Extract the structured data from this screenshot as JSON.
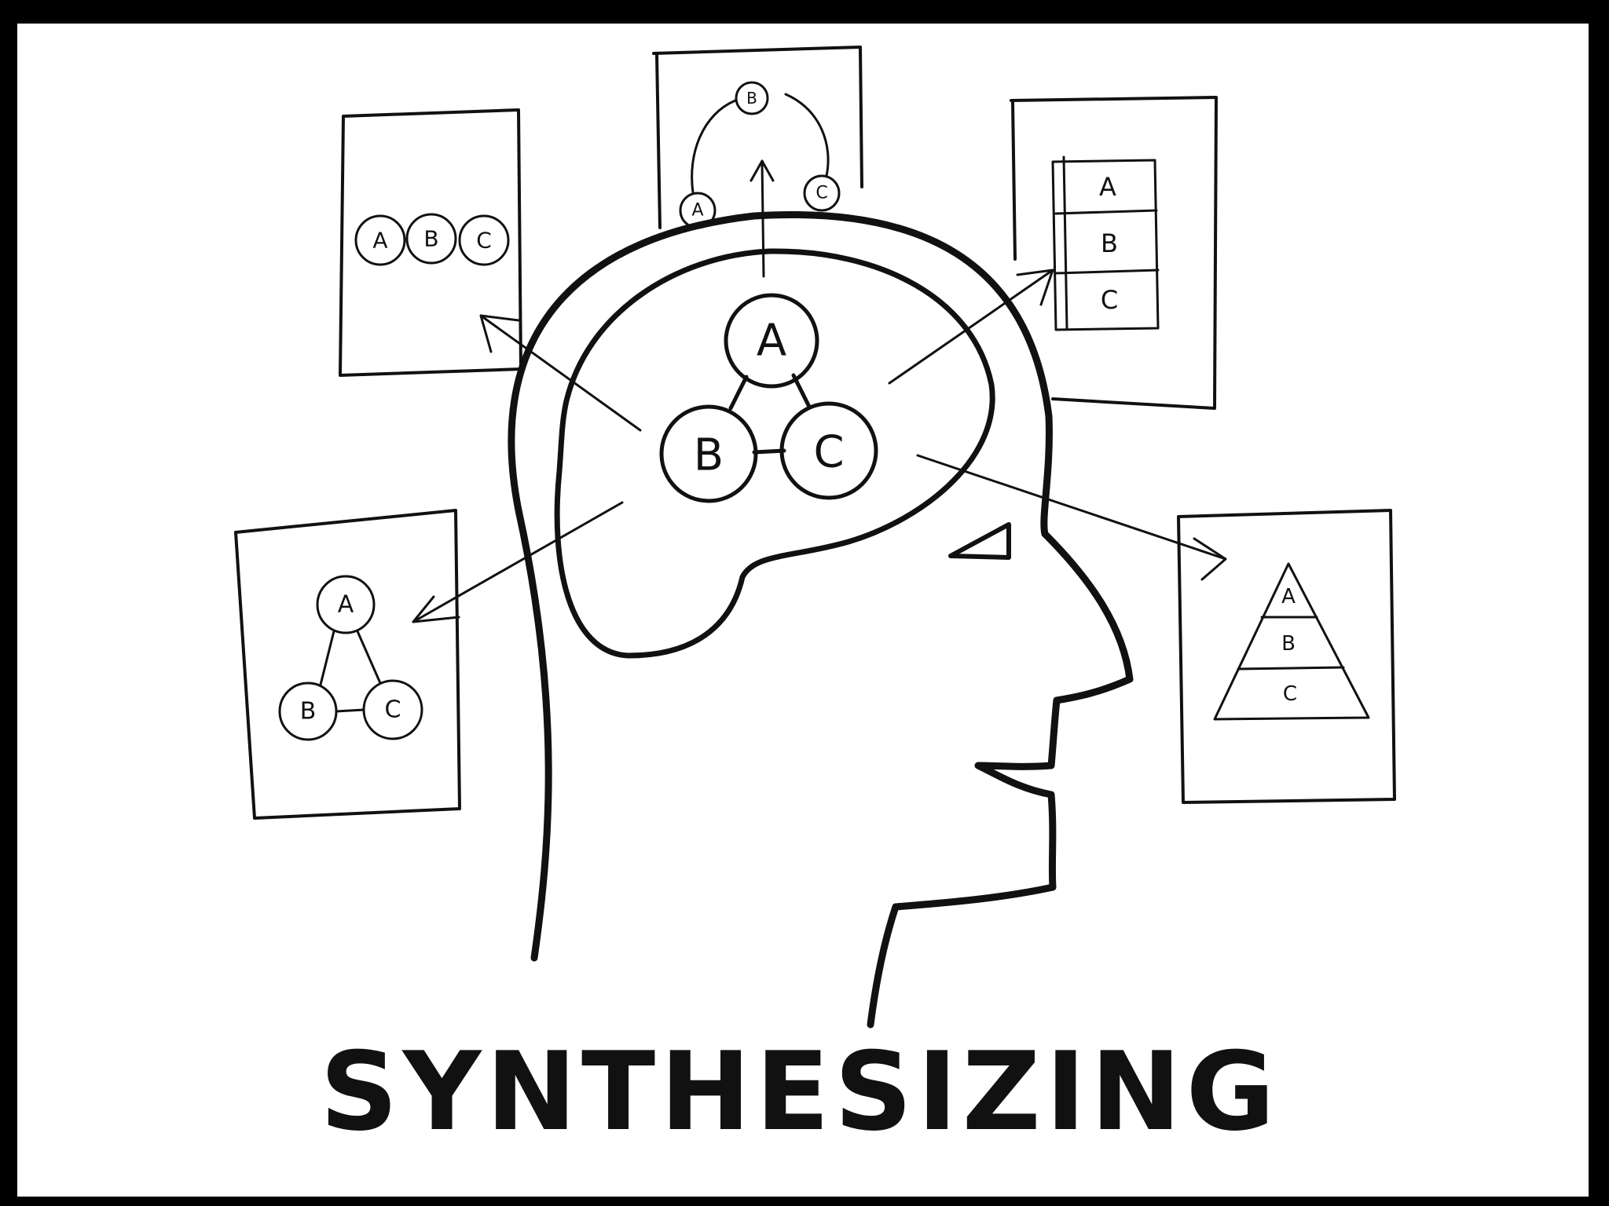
{
  "title": "SYNTHESIZING",
  "colors": {
    "frame": "#000000",
    "paper": "#ffffff",
    "ink": "#111111"
  },
  "brain": {
    "nodes": [
      "A",
      "B",
      "C"
    ]
  },
  "cards": [
    {
      "id": "row",
      "labels": [
        "A",
        "B",
        "C"
      ]
    },
    {
      "id": "cycle",
      "labels": [
        "B",
        "A",
        "C"
      ]
    },
    {
      "id": "stack",
      "labels": [
        "A",
        "B",
        "C"
      ]
    },
    {
      "id": "triangle",
      "labels": [
        "A",
        "B",
        "C"
      ]
    },
    {
      "id": "pyramid",
      "labels": [
        "A",
        "B",
        "C"
      ]
    }
  ]
}
